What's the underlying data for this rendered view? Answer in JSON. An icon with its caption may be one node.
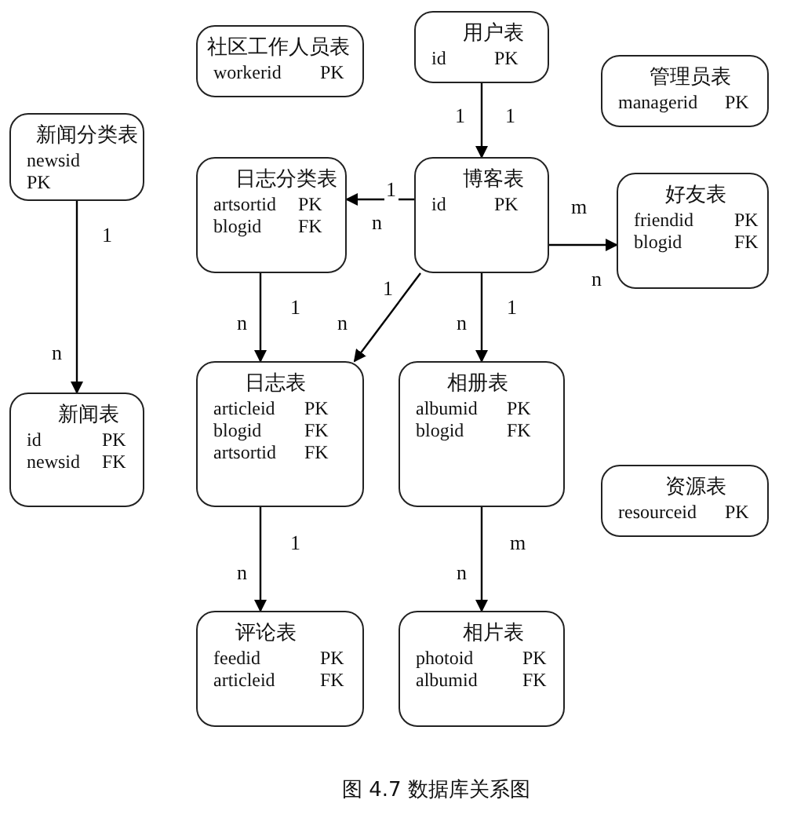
{
  "diagram": {
    "caption": "图 4.7 数据库关系图",
    "nodes": [
      {
        "text": [
          "社区工作人员表",
          "workerid",
          "PK"
        ]
      },
      {
        "text": [
          "用户表",
          "id",
          "PK"
        ]
      },
      {
        "text": [
          "管理员表",
          "managerid",
          "PK"
        ]
      },
      {
        "text": [
          "新闻分类表",
          "newsid",
          "PK"
        ]
      },
      {
        "text": [
          "日志分类表",
          "artsortid",
          "PK",
          "blogid",
          "FK"
        ]
      },
      {
        "text": [
          "博客表",
          "id",
          "PK"
        ]
      },
      {
        "text": [
          "好友表",
          "friendid",
          "PK",
          "blogid",
          "FK"
        ]
      },
      {
        "text": [
          "新闻表",
          "id",
          "PK",
          "newsid",
          "FK"
        ]
      },
      {
        "text": [
          "日志表",
          "articleid",
          "PK",
          "blogid",
          "FK",
          "artsortid",
          "FK"
        ]
      },
      {
        "text": [
          "相册表",
          "albumid",
          "PK",
          "blogid",
          "FK"
        ]
      },
      {
        "text": [
          "资源表",
          "resourceid",
          "PK"
        ]
      },
      {
        "text": [
          "评论表",
          "feedid",
          "PK",
          "articleid",
          "FK"
        ]
      },
      {
        "text": [
          "相片表",
          "photoid",
          "PK",
          "albumid",
          "FK"
        ]
      }
    ],
    "edges": [
      {
        "from": 1,
        "to": 5,
        "arrow": "to",
        "label": "1"
      },
      {
        "from": 5,
        "to": 4,
        "arrow": "to",
        "label": "1"
      },
      {
        "from": 5,
        "to": 6,
        "arrow": "to",
        "label": "m"
      },
      {
        "from": 3,
        "to": 7,
        "arrow": "to",
        "label": "1"
      },
      {
        "from": 4,
        "to": 8,
        "arrow": "to",
        "label": "1"
      },
      {
        "from": 5,
        "to": 8,
        "arrow": "to",
        "label": "1"
      },
      {
        "from": 5,
        "to": 9,
        "arrow": "to",
        "label": "1"
      },
      {
        "from": 8,
        "to": 11,
        "arrow": "to",
        "label": "1"
      },
      {
        "from": 9,
        "to": 12,
        "arrow": "to",
        "label": "m"
      }
    ],
    "labels": [
      "1",
      "n",
      "n",
      "n",
      "n",
      "n",
      "n",
      "n",
      "n"
    ]
  }
}
